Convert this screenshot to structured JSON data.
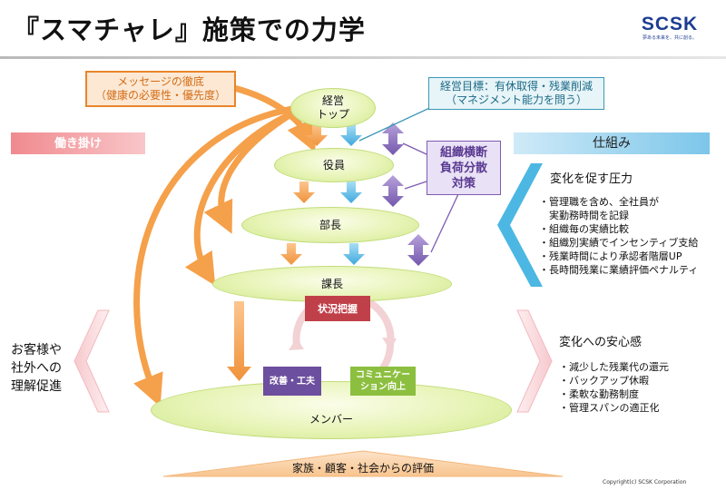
{
  "title": "『スマチャレ』施策での力学",
  "logo": {
    "name": "SCSK",
    "tagline": "夢ある未来を、共に創る。"
  },
  "nodes": {
    "top": [
      "経営",
      "トップ"
    ],
    "executives": "役員",
    "department_head": "部長",
    "section_head": "課長",
    "members": "メンバー"
  },
  "callouts": {
    "message": [
      "メッセージの徹底",
      "（健康の必要性・優先度）"
    ],
    "goal": [
      "経営目標：有休取得・残業削減",
      "（マネジメント能力を問う）"
    ],
    "cross_org": [
      "組織横断",
      "負荷分散",
      "対策"
    ]
  },
  "labels": {
    "hataraki": "働き掛け",
    "shikumi": "仕組み",
    "customers": [
      "お客様や",
      "社外への",
      "理解促進"
    ]
  },
  "cycle": {
    "status": "状況把握",
    "improve": "改善・工夫",
    "communication": [
      "コミュニケー",
      "ション向上"
    ]
  },
  "pressure": {
    "title": "変化を促す圧力",
    "items": [
      "・管理職を含め、全社員が",
      "　実勤務時間を記録",
      "・組織毎の実績比較",
      "・組織別実績でインセンティブ支給",
      "・残業時間により承認者階層UP",
      "・長時間残業に業績評価ペナルティ"
    ]
  },
  "assurance": {
    "title": "変化への安心感",
    "items": [
      "・減少した残業代の還元",
      "・バックアップ休暇",
      "・柔軟な勤務制度",
      "・管理スパンの適正化"
    ]
  },
  "bottom_banner": "家族・顧客・社会からの評価",
  "copyright": "Copyright(c) SCSK Corporation",
  "colors": {
    "orange": "#f5a04a",
    "orange_dark": "#e8862a",
    "teal_border": "#3a98b6",
    "purple": "#7e5bb3",
    "blue": "#5ab9e8",
    "red_label": "#e84d57",
    "green": "#8cbf3f",
    "cycle_red": "#c0404a",
    "purple_box": "#6c4f9e"
  }
}
